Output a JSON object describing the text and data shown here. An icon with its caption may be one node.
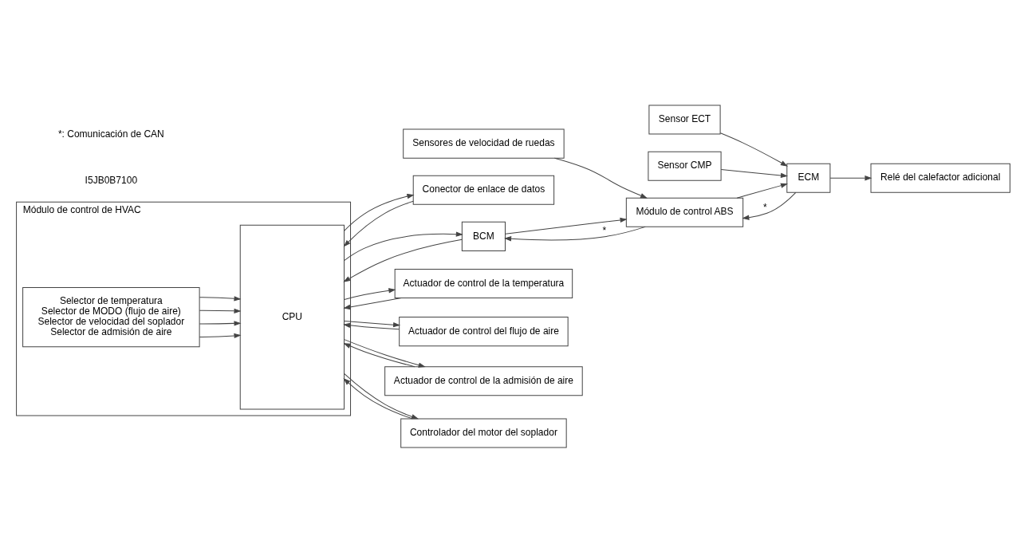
{
  "diagram": {
    "nodes": [
      {
        "text": [
          "Módulo de control de HVAC"
        ]
      },
      {
        "text": [
          "CPU"
        ],
        "in": 0
      },
      {
        "text": [
          "Selector de temperatura",
          "Selector de MODO (flujo de aire)",
          "Selector de velocidad del soplador",
          "Selector de admisión de aire"
        ],
        "in": 0
      },
      {
        "text": [
          "Conector de enlace de datos"
        ]
      },
      {
        "text": [
          "Relé del calefactor adicional"
        ]
      },
      {
        "text": [
          "Sensor ECT"
        ]
      },
      {
        "text": [
          "Sensor CMP"
        ]
      },
      {
        "text": [
          "ECM"
        ]
      },
      {
        "text": [
          "Sensores de velocidad de ruedas"
        ]
      },
      {
        "text": [
          "Módulo de control ABS"
        ]
      },
      {
        "text": [
          "BCM"
        ]
      },
      {
        "text": [
          "Actuador de control de la temperatura"
        ]
      },
      {
        "text": [
          "Actuador de control del flujo de aire"
        ]
      },
      {
        "text": [
          "Actuador de control de la admisión de aire"
        ]
      },
      {
        "text": [
          "Controlador del motor del soplador"
        ]
      }
    ],
    "edges": [
      {
        "from": 3,
        "to": 1,
        "arrow": "to"
      },
      {
        "from": 1,
        "to": 3,
        "arrow": "to"
      },
      {
        "from": 2,
        "to": 1,
        "arrow": "to"
      },
      {
        "from": 2,
        "to": 1,
        "arrow": "to"
      },
      {
        "from": 2,
        "to": 1,
        "arrow": "to"
      },
      {
        "from": 2,
        "to": 1,
        "arrow": "to"
      },
      {
        "from": 7,
        "to": 4,
        "arrow": "to"
      },
      {
        "from": 5,
        "to": 7,
        "arrow": "to"
      },
      {
        "from": 6,
        "to": 7,
        "arrow": "to"
      },
      {
        "from": 7,
        "to": 9,
        "arrow": "to",
        "label": "*"
      },
      {
        "from": 9,
        "to": 7,
        "arrow": "to"
      },
      {
        "from": 8,
        "to": 9,
        "arrow": "to"
      },
      {
        "from": 9,
        "to": 10,
        "arrow": "to",
        "label": "*"
      },
      {
        "from": 10,
        "to": 9,
        "arrow": "to"
      },
      {
        "from": 1,
        "to": 10,
        "arrow": "to"
      },
      {
        "from": 10,
        "to": 1,
        "arrow": "to"
      },
      {
        "from": 1,
        "to": 11,
        "arrow": "to"
      },
      {
        "from": 11,
        "to": 1,
        "arrow": "to"
      },
      {
        "from": 1,
        "to": 12,
        "arrow": "to"
      },
      {
        "from": 12,
        "to": 1,
        "arrow": "to"
      },
      {
        "from": 1,
        "to": 13,
        "arrow": "to"
      },
      {
        "from": 13,
        "to": 1,
        "arrow": "to"
      },
      {
        "from": 1,
        "to": 14,
        "arrow": "to"
      },
      {
        "from": 14,
        "to": 1,
        "arrow": "to"
      }
    ],
    "labels": [
      "I5JB0B7100",
      "*: Comunicación de CAN"
    ]
  }
}
